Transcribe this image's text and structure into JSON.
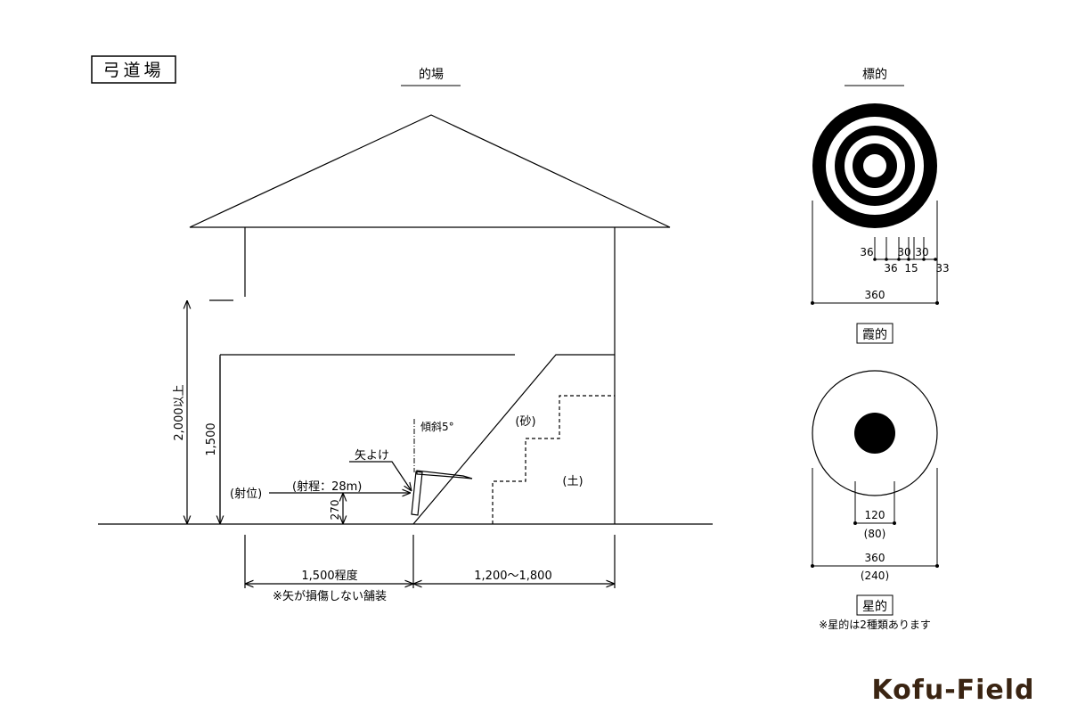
{
  "title": "弓道場",
  "sections": {
    "range": "的場",
    "targets": "標的"
  },
  "range": {
    "height_min": "2,000以上",
    "eave_height": "1,500",
    "arrow_guard": "矢よけ",
    "tilt": "傾斜5°",
    "shooting_position": "(射位)",
    "shooting_distance": "(射程：28m)",
    "target_height": "270",
    "sand": "(砂)",
    "soil": "(土)",
    "front_width": "1,500程度",
    "back_width": "1,200〜1,800",
    "pavement_note": "※矢が損傷しない舗装"
  },
  "kasumi": {
    "label": "霞的",
    "dims_top": [
      "36",
      "30",
      "30"
    ],
    "dims_bottom": [
      "36",
      "15",
      "33"
    ],
    "diameter": "360"
  },
  "hoshi": {
    "label": "星的",
    "inner_diameter": "120",
    "inner_diameter_alt": "(80)",
    "diameter": "360",
    "diameter_alt": "(240)",
    "note": "※星的は2種類あります"
  },
  "logo": "Kofu-Field",
  "colors": {
    "line": "#000000",
    "logo": "#3a2412"
  }
}
